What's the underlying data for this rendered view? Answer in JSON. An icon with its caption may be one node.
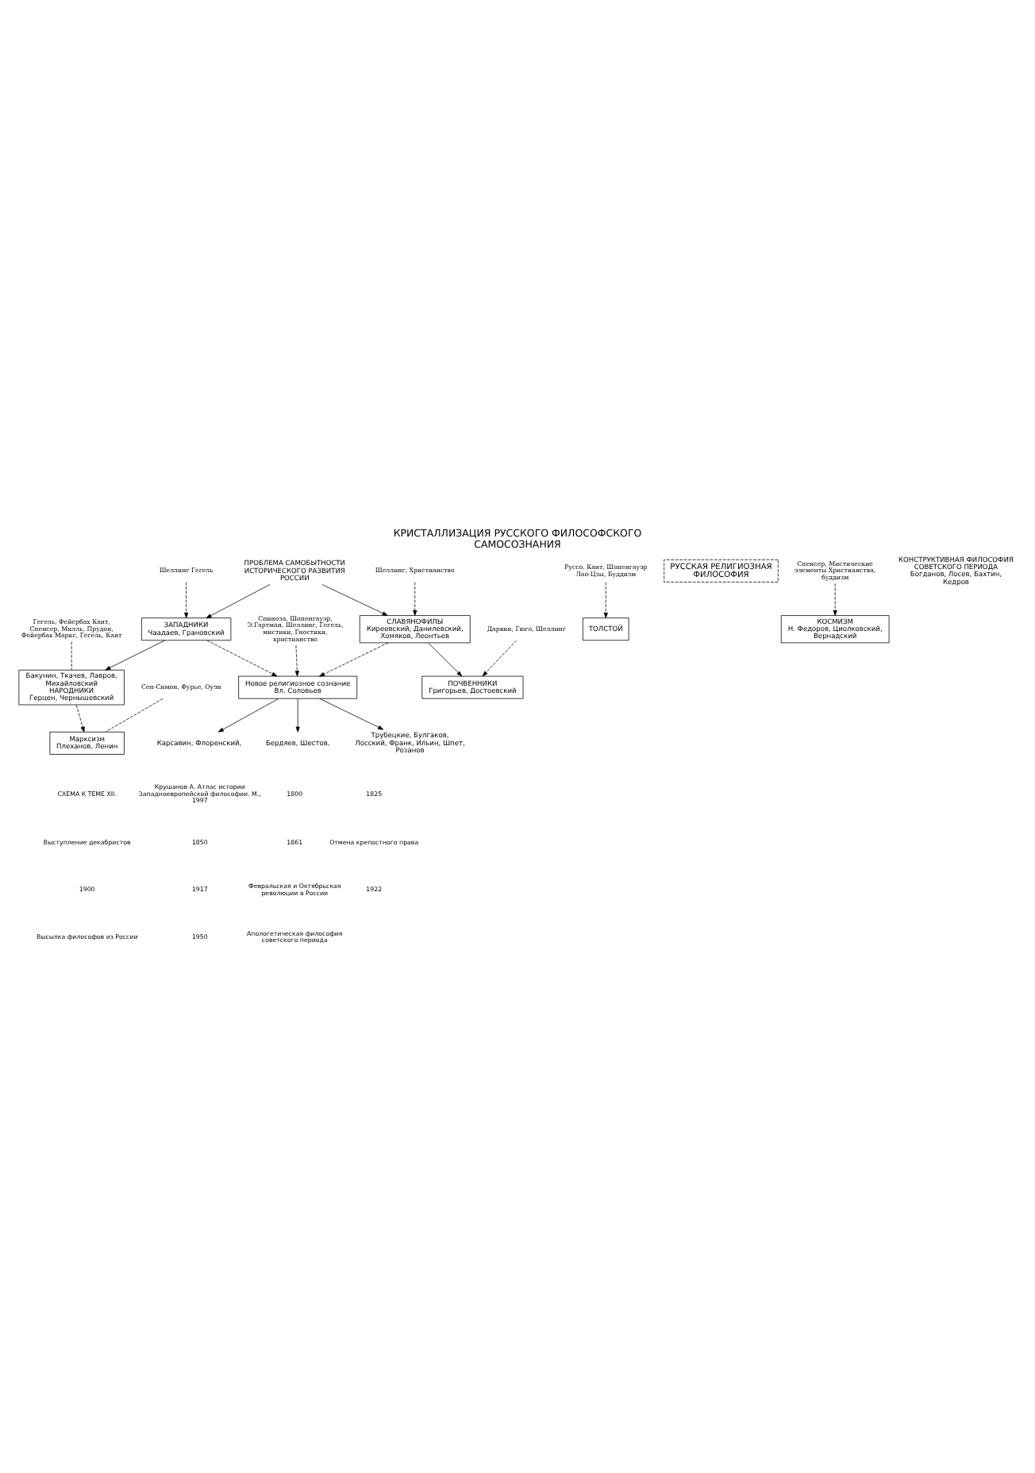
{
  "diagram": {
    "title": "КРИСТАЛЛИЗАЦИЯ РУССКОГО ФИЛОСОФСКОГО САМОСОЗНАНИЯ",
    "nodes": [
      {
        "text": [
          "ПРОБЛЕМА САМОБЫТНОСТИ ИСТОРИЧЕСКОГО РАЗВИТИЯ РОССИИ"
        ]
      },
      {
        "text": [
          "ЗАПАДНИКИ",
          "Чаадаев, Грановский"
        ]
      },
      {
        "text": [
          "Бакунин, Ткачев, Лавров, Михайловский",
          "НАРОДНИКИ",
          "Герцен, Чернышевский"
        ]
      },
      {
        "text": [
          "Марксизм",
          "Плеханов, Ленин"
        ]
      },
      {
        "text": [
          "СЛАВЯНОФИЛЫ",
          "Киреевский, Данилевский, Хомяков, Леонтьев"
        ]
      },
      {
        "text": [
          "ПОЧВЕННИКИ",
          "Григорьев, Достоевский"
        ]
      },
      {
        "text": [
          "ТОЛСТОЙ"
        ]
      },
      {
        "text": [
          "РУССКАЯ РЕЛИГИОЗНАЯ ФИЛОСОФИЯ"
        ]
      },
      {
        "text": [
          "Новое религиозное сознание",
          "Вл. Соловьев"
        ]
      },
      {
        "text": [
          "Карсавин, Флоренский,"
        ]
      },
      {
        "text": [
          "Бердяев, Шестов,"
        ]
      },
      {
        "text": [
          "Трубецкие, Булгаков, Лосский, Франк, Ильин, Шпет, Розанов"
        ]
      },
      {
        "text": [
          "КОСМИЗМ",
          "Н. Федоров, Циолковский, Вернадский"
        ]
      },
      {
        "text": [
          "КОНСТРУКТИВНАЯ ФИЛОСОФИЯ СОВЕТСКОГО ПЕРИОДА",
          "Богданов, Лосев, Бахтин, Кедров"
        ]
      },
      {
        "text": [
          "Сен-Симон, Фурье, Оуэн"
        ]
      },
      {
        "text": [
          "Гегель, Фейербах Кант, Спенсер, Милль, Прудон, Фейербах Маркс, Гегель, Кант"
        ]
      },
      {
        "text": [
          "Шеллинг Гегель"
        ]
      },
      {
        "text": [
          "Спенсер, Мистические элементы Христианства, буддизм"
        ]
      },
      {
        "text": [
          "Спиноза, Шопенгауэр, Э.Гартман, Шеллинг, Гегель, мистики, Гностики, христианство"
        ]
      },
      {
        "text": [
          "Шеллинг, Христианство"
        ]
      },
      {
        "text": [
          "Дарвин, Гюго, Шеллинг"
        ]
      },
      {
        "text": [
          "Руссо, Кант, Шопенгауэр Лао-Цзы, Буддизм"
        ]
      }
    ],
    "edges": [
      {
        "from": 14,
        "to": 3,
        "arrow": "none",
        "style": "dashed"
      },
      {
        "from": 15,
        "to": 2,
        "arrow": "none",
        "style": "dashed"
      },
      {
        "from": 16,
        "to": 1,
        "arrow": "to",
        "style": "dashed"
      },
      {
        "from": 17,
        "to": 12,
        "arrow": "to",
        "style": "dashed"
      },
      {
        "from": 18,
        "to": 8,
        "arrow": "to",
        "style": "dashed"
      },
      {
        "from": 19,
        "to": 4,
        "arrow": "to",
        "style": "dashed"
      },
      {
        "from": 20,
        "to": 5,
        "arrow": "to",
        "style": "dashed"
      },
      {
        "from": 21,
        "to": 6,
        "arrow": "to",
        "style": "dashed"
      },
      {
        "from": 0,
        "to": 1,
        "arrow": "to"
      },
      {
        "from": 0,
        "to": 4,
        "arrow": "to"
      },
      {
        "from": 1,
        "to": 2,
        "arrow": "to"
      },
      {
        "from": 1,
        "to": 8,
        "arrow": "to",
        "style": "dashed"
      },
      {
        "from": 2,
        "to": 3,
        "arrow": "to",
        "style": "dashed"
      },
      {
        "from": 4,
        "to": 5,
        "arrow": "to"
      },
      {
        "from": 4,
        "to": 8,
        "arrow": "to",
        "style": "dashed"
      },
      {
        "from": 8,
        "to": 9,
        "arrow": "to"
      },
      {
        "from": 8,
        "to": 10,
        "arrow": "to"
      },
      {
        "from": 8,
        "to": 11,
        "arrow": "to"
      }
    ],
    "labels": [
      "СХЕМА К ТЕМЕ XII.",
      "Крушанов А. Атлас истории Западноевропейской философии. М., 1997",
      "1800",
      "1825",
      "Выступление декабристов",
      "1850",
      "1861",
      "Отмена крепостного права",
      "1900",
      "1917",
      "Февральская и Октябрьская революции в России",
      "1922",
      "Высылка философов из России",
      "1950",
      "Апологетическая философия советского периода"
    ]
  }
}
